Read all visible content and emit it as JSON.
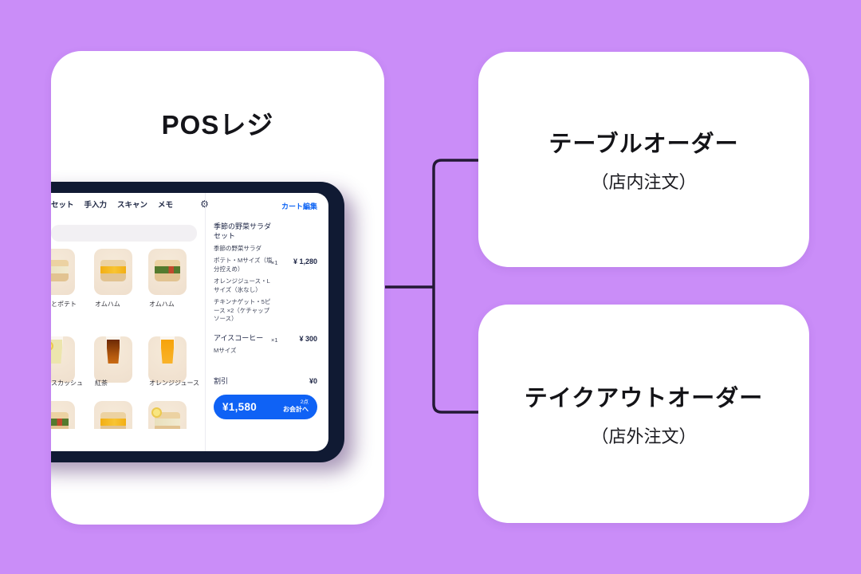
{
  "background_color": "#ca8df8",
  "connector_color": "#241936",
  "pos_card": {
    "title": "POSレジ",
    "tablet": {
      "nav": {
        "tabs": [
          "セット",
          "手入力",
          "スキャン",
          "メモ"
        ],
        "gear_icon": "⚙",
        "cart_edit_label": "カート編集"
      },
      "menu": {
        "row1": [
          {
            "label": "とポテト",
            "food": "lemon-sandwich"
          },
          {
            "label": "オムハム",
            "food": "egg-sandwich"
          },
          {
            "label": "オムハム",
            "food": "veggie-sandwich"
          }
        ],
        "row2": [
          {
            "label": "スカッシュ",
            "food": "lemon-squash-drink"
          },
          {
            "label": "紅茶",
            "food": "iced-tea-drink"
          },
          {
            "label": "オレンジジュース",
            "food": "orange-juice-drink"
          }
        ]
      },
      "cart": {
        "items": [
          {
            "title": "季節の野菜サラダセット",
            "details": [
              "季節の野菜サラダ",
              "ポテト・Mサイズ（塩分控えめ）",
              "オレンジジュース・Lサイズ（氷なし）",
              "チキンナゲット・5ピース ×2（ケチャップソース）"
            ],
            "qty": "×1",
            "price": "¥ 1,280"
          },
          {
            "title": "アイスコーヒー",
            "details": [
              "Mサイズ"
            ],
            "qty": "×1",
            "price": "¥ 300"
          }
        ],
        "discount_label": "割引",
        "discount_value": "¥0",
        "checkout": {
          "total": "¥1,580",
          "count": "2点",
          "action": "お会計へ"
        }
      }
    }
  },
  "order_cards": [
    {
      "title": "テーブルオーダー",
      "subtitle": "（店内注文）"
    },
    {
      "title": "テイクアウトオーダー",
      "subtitle": "（店外注文）"
    }
  ]
}
